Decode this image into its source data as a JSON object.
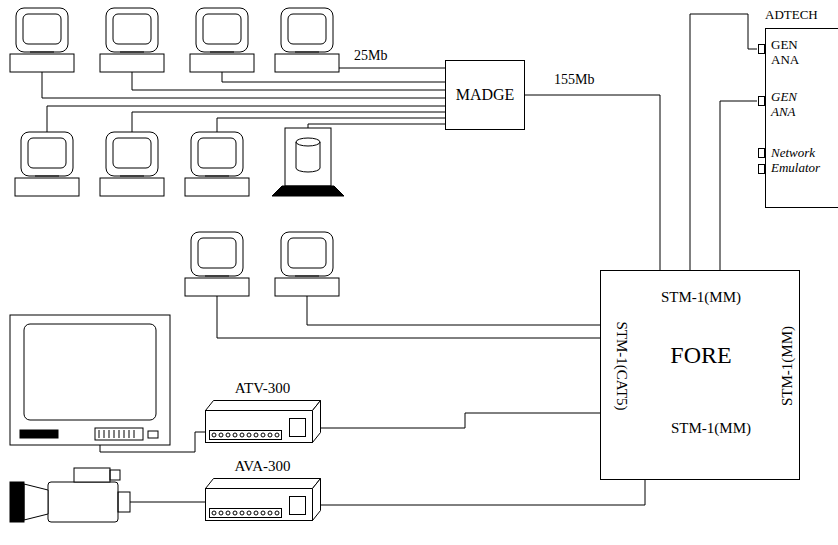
{
  "diagram": {
    "nodes": [
      {
        "text": [
          "MADGE"
        ]
      },
      {
        "text": [
          "ADTECH",
          "GEN ANA",
          "GEN ANA",
          "Network Emulator"
        ]
      },
      {
        "text": [
          "STM-1(MM)",
          "STM-1(CAT5)",
          "FORE",
          "STM-1(MM)",
          "STM-1(MM)"
        ]
      },
      {
        "text": [
          "ATV-300"
        ]
      },
      {
        "text": [
          "AVA-300"
        ]
      }
    ],
    "edges": [
      {
        "from": 0,
        "to": 2,
        "label": "155Mb",
        "arrow": "none"
      },
      {
        "from": 2,
        "to": 1,
        "arrow": "none"
      },
      {
        "from": 2,
        "to": 1,
        "arrow": "none"
      },
      {
        "from": 3,
        "to": 2,
        "arrow": "none"
      },
      {
        "from": 4,
        "to": 2,
        "arrow": "none"
      }
    ],
    "labels": [
      "25Mb"
    ]
  }
}
